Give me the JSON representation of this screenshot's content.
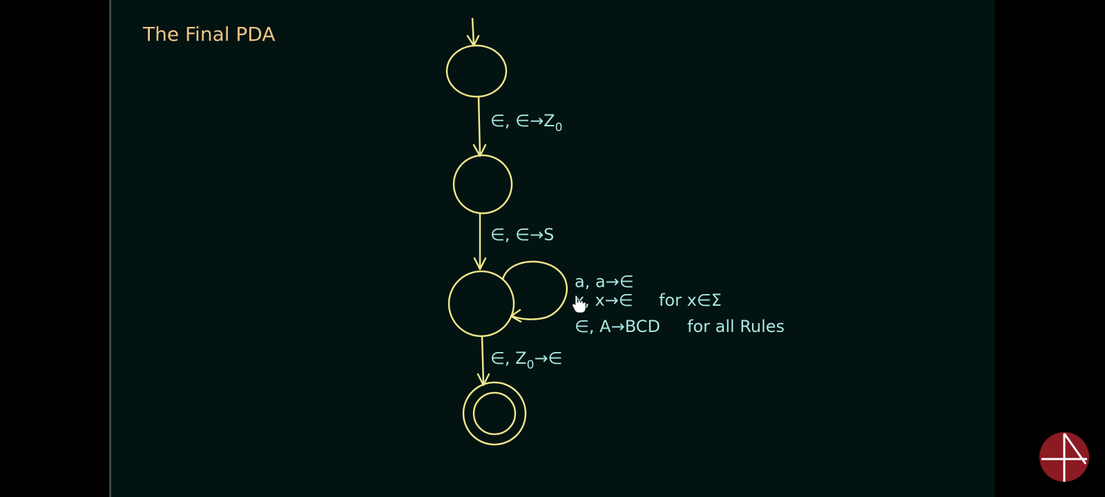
{
  "slide": {
    "title": "The Final PDA"
  },
  "transitions": {
    "t1": {
      "main": "∈, ∈→Z",
      "sub": "0"
    },
    "t2": {
      "main": "∈, ∈→S"
    },
    "loop": {
      "line1": "a, a→∈",
      "line2": "x, x→∈",
      "line2_note": "for x∈Σ",
      "line3": "∈, A→BCD",
      "line3_note": "for all Rules"
    },
    "t3": {
      "pre": "∈, Z",
      "sub": "0",
      "post": "→∈"
    }
  },
  "colors": {
    "background": "#031311",
    "title": "#efc48a",
    "state_stroke": "#eee68a",
    "label": "#a9e6e2",
    "logo": "#8b1a22"
  },
  "icons": {
    "cursor": "hand-pointer-icon",
    "logo": "channel-logo-icon"
  }
}
